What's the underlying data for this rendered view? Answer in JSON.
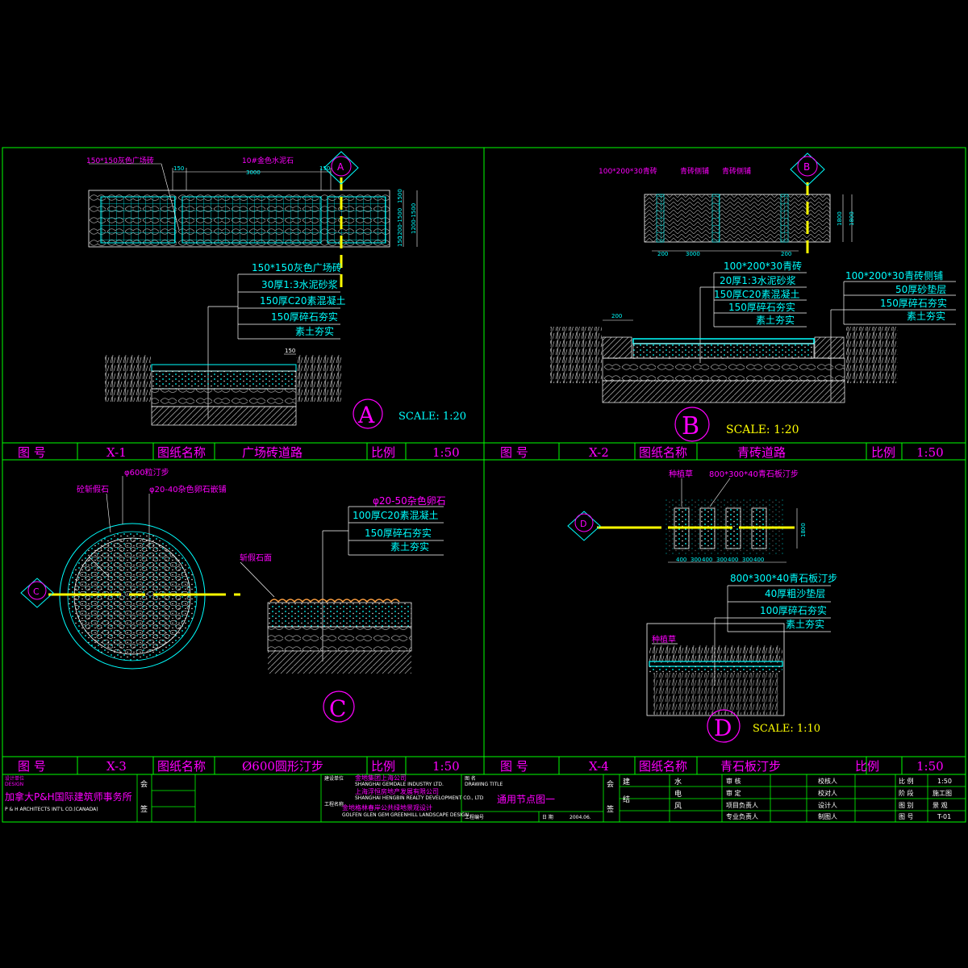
{
  "colors": {
    "frame": "#00ff00",
    "cyan": "#00ffff",
    "magenta": "#ff00ff",
    "yellow": "#ffff00",
    "white": "#ffffff",
    "grey": "#808080"
  },
  "panelA": {
    "plan_labels": [
      "150*150灰色广场砖",
      "10#金色水泥石",
      "150",
      "3000",
      "150"
    ],
    "dims_right": [
      "1500",
      "1200-1500",
      "1200-1500",
      "150"
    ],
    "section_labels": [
      "150*150灰色广场砖",
      "30厚1:3水泥砂浆",
      "150厚C20素混凝土",
      "150厚碎石夯实",
      "素土夯实"
    ],
    "small_dim": "150",
    "marker": "A",
    "big_marker": "A",
    "scale": "SCALE: 1:20"
  },
  "panelB": {
    "plan_labels": [
      "100*200*30青砖",
      "青砖侧铺",
      "青砖侧铺"
    ],
    "dims_bottom": [
      "200",
      "3000",
      "200"
    ],
    "dims_right": [
      "1800",
      "1800"
    ],
    "section_labels_left": [
      "100*200*30青砖",
      "20厚1:3水泥砂浆",
      "150厚C20素混凝土",
      "150厚碎石夯实",
      "素土夯实"
    ],
    "section_labels_right": [
      "100*200*30青砖侧铺",
      "50厚砂垫层",
      "150厚碎石夯实",
      "素土夯实"
    ],
    "small_dim": "200",
    "marker": "B",
    "big_marker": "B",
    "scale": "SCALE: 1:20"
  },
  "panelC": {
    "plan_labels": [
      "φ600粒汀步",
      "砼斩假石",
      "φ20-40杂色卵石嵌铺"
    ],
    "section_labels": [
      "φ20-50杂色卵石",
      "100厚C20素混凝土",
      "150厚碎石夯实",
      "素土夯实"
    ],
    "side_label": "斩假石面",
    "marker": "C",
    "big_marker": "C"
  },
  "panelD": {
    "plan_labels": [
      "种植草",
      "800*300*40青石板汀步"
    ],
    "dims_bottom": [
      "400",
      "300",
      "400",
      "300",
      "400",
      "300",
      "400"
    ],
    "dim_right": "1800",
    "section_labels": [
      "800*300*40青石板汀步",
      "40厚粗沙垫层",
      "100厚碎石夯实",
      "素土夯实"
    ],
    "grass_label": "种植草",
    "marker": "D",
    "big_marker": "D",
    "scale": "SCALE: 1:10"
  },
  "titlebars": [
    {
      "label_no": "图  号",
      "no": "X-1",
      "label_name": "图纸名称",
      "name": "广场砖道路",
      "label_scale": "比例",
      "scale": "1:50"
    },
    {
      "label_no": "图  号",
      "no": "X-2",
      "label_name": "图纸名称",
      "name": "青砖道路",
      "label_scale": "比例",
      "scale": "1:50"
    },
    {
      "label_no": "图  号",
      "no": "X-3",
      "label_name": "图纸名称",
      "name": "Ø600圆形汀步",
      "label_scale": "比例",
      "scale": "1:50"
    },
    {
      "label_no": "图  号",
      "no": "X-4",
      "label_name": "图纸名称",
      "name": "青石板汀步",
      "label_scale": "比例",
      "scale": "1:50"
    }
  ],
  "titleblock": {
    "design_label": "设计单位",
    "design_en": "DESIGN",
    "firm_cn": "加拿大P&H国际建筑师事务所",
    "firm_en": "P & H  ARCHITECTS  INT'L CO.(CANADA)",
    "hui": "会",
    "qian": "签",
    "owner_label": "建设单位",
    "owner_cn": "金地集团上海公司",
    "owner_en": "SHANGHAI GEMDALE INDUSTRY LTD.",
    "dev_cn": "上海浮恒房地产发展有限公司",
    "dev_en": "SHANGHAI HENGBIN REALTY DEVELOPMENT CO., LTD",
    "project_label": "工程名称",
    "project_cn": "金地格林春岸公共绿地景观设计",
    "project_en": "GOLFEN GLEN GEM GREENHILL LANDSCAPE DESIGN",
    "drawing_title_label": "图  名",
    "drawing_title_en": "DRAWING TITLE",
    "drawing_title": "通用节点图一",
    "job_no_label": "工程编号",
    "date_label": "日 期",
    "date": "2004.06.",
    "disciplines": [
      "建",
      "结",
      "水",
      "电",
      "风"
    ],
    "approvals": [
      "审  核",
      "审  定",
      "项目负责人",
      "专业负责人"
    ],
    "signers": [
      "校核人",
      "校对人",
      "设计人",
      "制图人"
    ],
    "meta": [
      {
        "k": "比  例",
        "v": "1:50"
      },
      {
        "k": "阶  段",
        "v": "施工图"
      },
      {
        "k": "图  别",
        "v": "景  观"
      },
      {
        "k": "图  号",
        "v": "T-01"
      }
    ]
  }
}
